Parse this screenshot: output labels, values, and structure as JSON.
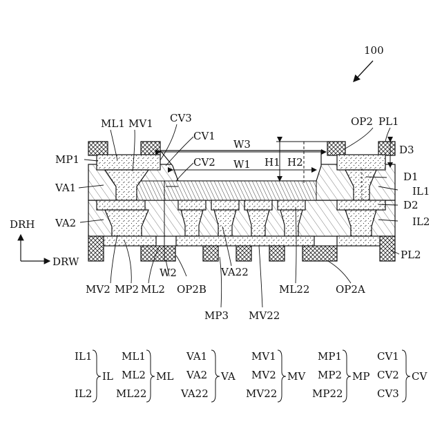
{
  "figure_ref": "100",
  "axes": {
    "vertical": "DRH",
    "horizontal": "DRW"
  },
  "labels": {
    "ML1": "ML1",
    "MV1": "MV1",
    "CV3": "CV3",
    "CV1": "CV1",
    "CV2": "CV2",
    "W3": "W3",
    "W1": "W1",
    "H1": "H1",
    "H2": "H2",
    "OP2": "OP2",
    "PL1": "PL1",
    "D3": "D3",
    "D1": "D1",
    "IL1": "IL1",
    "D2": "D2",
    "IL2": "IL2",
    "PL2": "PL2",
    "MP1": "MP1",
    "VA1": "VA1",
    "VA2": "VA2",
    "MV2": "MV2",
    "MP2": "MP2",
    "ML2": "ML2",
    "W2": "W2",
    "OP2B": "OP2B",
    "VA22": "VA22",
    "ML22": "ML22",
    "OP2A": "OP2A",
    "MP3": "MP3",
    "MV22": "MV22"
  },
  "legend": [
    {
      "items": [
        "IL1",
        "IL2"
      ],
      "group": "IL"
    },
    {
      "items": [
        "ML1",
        "ML2",
        "ML22"
      ],
      "group": "ML"
    },
    {
      "items": [
        "VA1",
        "VA2",
        "VA22"
      ],
      "group": "VA"
    },
    {
      "items": [
        "MV1",
        "MV2",
        "MV22"
      ],
      "group": "MV"
    },
    {
      "items": [
        "MP1",
        "MP2",
        "MP22"
      ],
      "group": "MP"
    },
    {
      "items": [
        "CV1",
        "CV2",
        "CV3"
      ],
      "group": "CV"
    }
  ]
}
